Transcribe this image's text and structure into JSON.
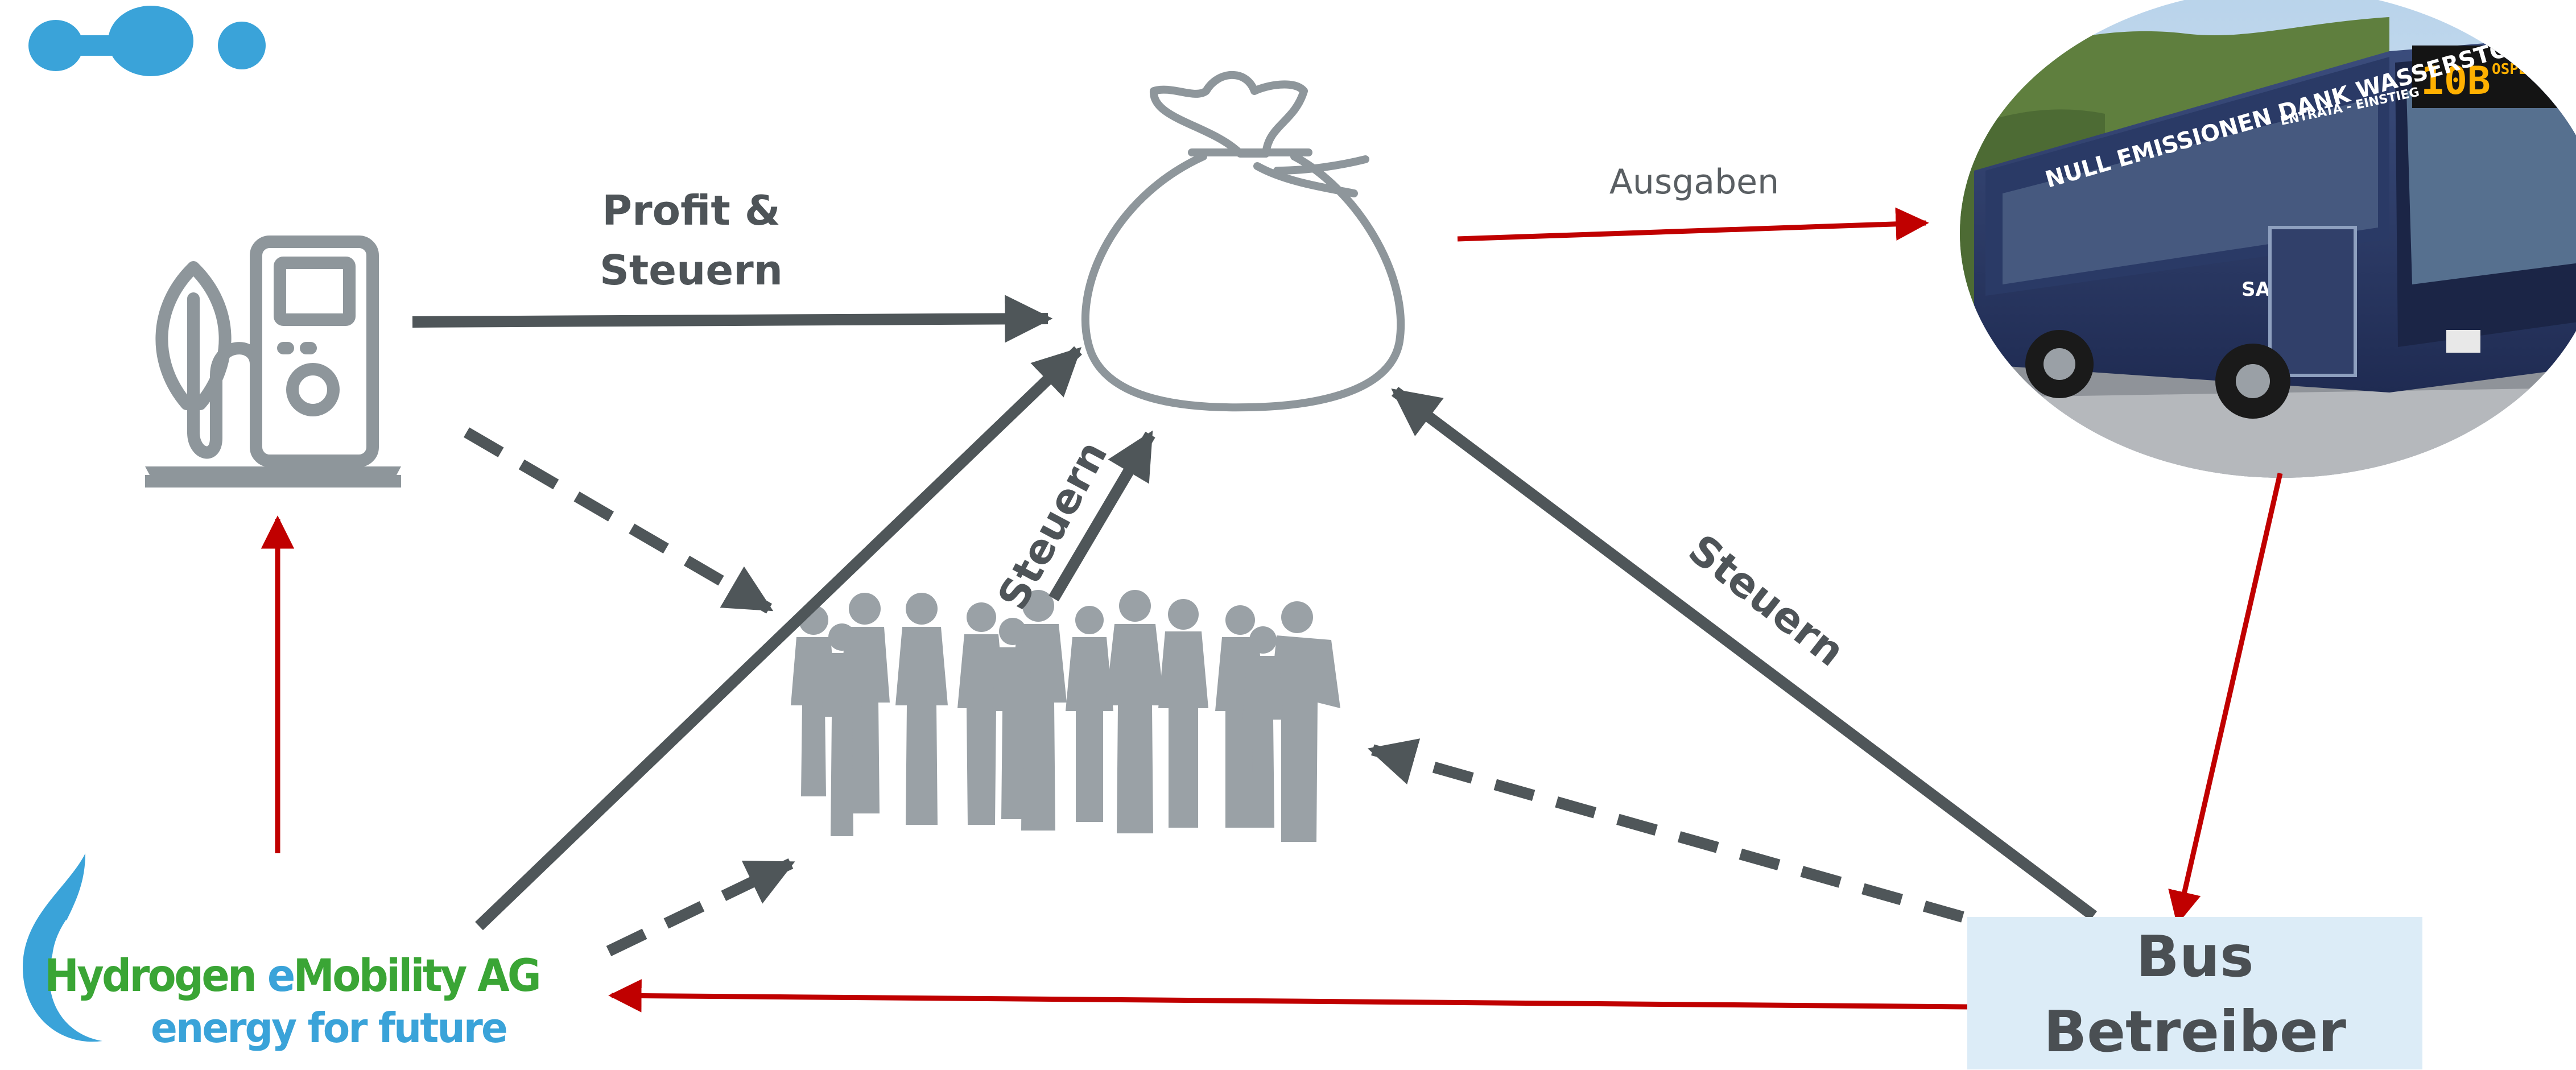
{
  "colors": {
    "dark_arrow": "#4f5659",
    "red_arrow": "#c00000",
    "icon_gray": "#8e969b",
    "people_gray": "#9aa1a6",
    "bus_box_fill": "#dcecf7",
    "logo_green": "#3aa535",
    "logo_blue": "#3aa3d9"
  },
  "icons": {
    "brand_dots": "logo-dots-icon",
    "money_bag": "money-bag-icon",
    "fuel_station": "eco-fuel-station-icon",
    "people": "crowd-silhouette-icon",
    "bus": "hydrogen-bus-photo"
  },
  "labels": {
    "profit_line1": "Profit &",
    "profit_line2": "Steuern",
    "ausgaben": "Ausgaben",
    "steuern_people": "Steuern",
    "steuern_bus": "Steuern"
  },
  "bus_operator": {
    "line1": "Bus",
    "line2": "Betreiber"
  },
  "logo": {
    "line1_part1": "Hydrogen ",
    "line1_part2": "e",
    "line1_part3": "Mobility AG",
    "line2": "energy for future"
  },
  "bus_photo": {
    "side_text": "NULL EMISSIONEN DANK WASSERSTOFF",
    "route": "10B",
    "destination": "OSPEDALE KRANKENHAUS",
    "door_text": "ENTRATA - EINSTIEG",
    "brand": "SASA"
  }
}
